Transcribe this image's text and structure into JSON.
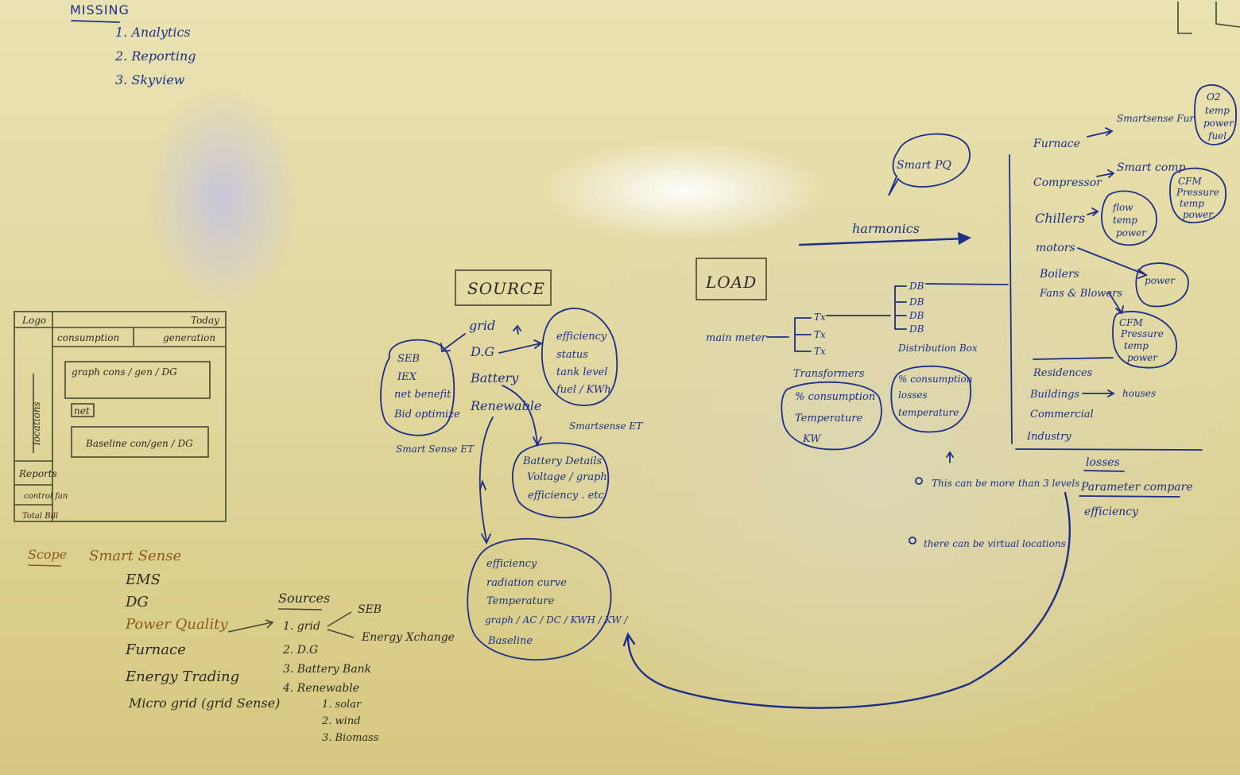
{
  "missing": {
    "heading": "MISSING",
    "items": [
      "1. Analytics",
      "2. Reporting",
      "3. Skyview"
    ]
  },
  "wireframe": {
    "logo": "Logo",
    "today": "Today",
    "tab_consumption": "consumption",
    "tab_generation": "generation",
    "locations": "locations",
    "graph_box": "graph  cons / gen / DG",
    "net": "net",
    "baseline_box": "Baseline  con/gen / DG",
    "side_reports": "Reports",
    "side_control": "control fan",
    "side_total_bill": "Total Bill"
  },
  "scope": {
    "label": "Scope",
    "title": "Smart Sense",
    "items": [
      "EMS",
      "DG",
      "Power Quality",
      "Furnace",
      "Energy Trading",
      "Micro grid (grid Sense)"
    ]
  },
  "sources_list": {
    "heading": "Sources",
    "items": [
      "1. grid",
      "2. D.G",
      "3. Battery Bank",
      "4. Renewable"
    ],
    "renewable_sub": [
      "1. solar",
      "2. wind",
      "3. Biomass"
    ],
    "grid_branches": [
      "SEB",
      "Energy Xchange"
    ]
  },
  "source": {
    "title": "SOURCE",
    "nodes": [
      "grid",
      "D.G",
      "Battery",
      "Renewable"
    ],
    "grid_blob": [
      "SEB",
      "IEX",
      "net benefit",
      "Bid optimize"
    ],
    "grid_blob_label": "Smart Sense ET",
    "dg_blob": [
      "efficiency",
      "status",
      "tank level",
      "fuel / KWh"
    ],
    "dg_blob_label": "Smartsense ET",
    "battery_blob": [
      "Battery Details",
      "Voltage / graph",
      "efficiency . etc"
    ],
    "renewable_blob": [
      "efficiency",
      "radiation curve",
      "Temperature",
      "graph / AC / DC / KWH / KW /",
      "Baseline"
    ]
  },
  "load": {
    "title": "LOAD",
    "main_meter": "main meter",
    "transformers": [
      "Tx",
      "Tx",
      "Tx"
    ],
    "db_items": [
      "DB",
      "DB",
      "DB",
      "DB"
    ],
    "transformers_label": "Transformers",
    "transformers_blob": [
      "% consumption",
      "Temperature",
      "KW"
    ],
    "distribution_label": "Distribution Box",
    "distribution_blob": [
      "% consumption",
      "losses",
      "temperature"
    ],
    "note1": "This can be more than 3 levels",
    "note2": "there can be virtual locations"
  },
  "harmonics": {
    "label": "harmonics",
    "bubble": "Smart PQ"
  },
  "equipment": {
    "furnace": "Furnace",
    "furnace_product": "Smartsense Fur",
    "furnace_blob": [
      "O2",
      "temp",
      "power",
      "fuel"
    ],
    "compressor": "Compressor",
    "compressor_product": "Smart comp",
    "compressor_blob": [
      "CFM",
      "Pressure",
      "temp",
      "power"
    ],
    "chillers": "Chillers",
    "chillers_blob": [
      "flow",
      "temp",
      "power"
    ],
    "motors": "motors",
    "motors_blob": [
      "power"
    ],
    "boilers": "Boilers",
    "fans": "Fans & Blowers",
    "fans_blob": [
      "CFM",
      "Pressure",
      "temp",
      "power"
    ],
    "segments": [
      "Residences",
      "Buildings",
      "Commercial",
      "Industry"
    ],
    "buildings_target": "houses"
  },
  "outcomes": [
    "losses",
    "Parameter compare",
    "efficiency"
  ]
}
